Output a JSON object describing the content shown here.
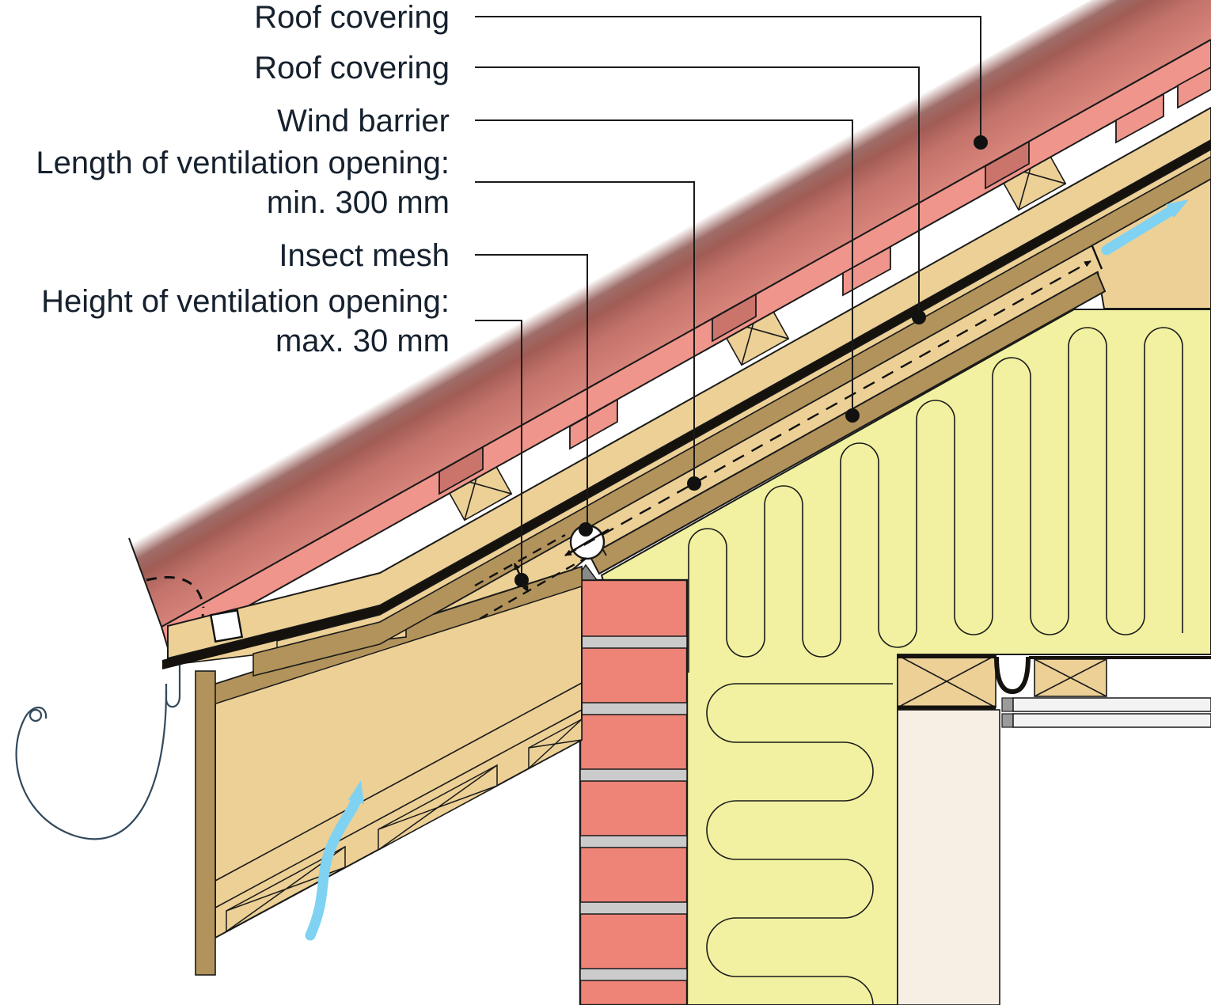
{
  "diagram": {
    "title": "Roof eave ventilation construction detail",
    "labels": {
      "roof_covering_1": "Roof covering",
      "roof_covering_2": "Roof covering",
      "wind_barrier": "Wind barrier",
      "vent_length_line1": "Length of ventilation opening:",
      "vent_length_line2": "min. 300 mm",
      "insect_mesh": "Insect mesh",
      "vent_height_line1": "Height of ventilation opening:",
      "vent_height_line2": "max. 30 mm"
    },
    "dimensions": {
      "ventilation_opening_length_min": "min. 300 mm",
      "ventilation_opening_height_max": "max. 30 mm"
    },
    "icons": {
      "air_flow_arrow_channel": "curved light-blue arrow showing air flow up the ventilation channel",
      "air_flow_arrow_soffit": "curved light-blue arrow showing air intake through soffit gap",
      "leader_dot": "black circle marking referenced layer"
    },
    "colors": {
      "tile_dark": "#d07d74",
      "tile_dark_shadow": "#8e544e",
      "tile_light": "#ef958b",
      "wood_tan": "#ecd096",
      "wood_olive": "#b2935b",
      "membrane_black": "#15120e",
      "insulation_yellow": "#f1f1a1",
      "brick_red": "#ee8477",
      "mortar_gray": "#cbcbcb",
      "interior_beige": "#f8efe4",
      "board_gray": "#f3f3f3",
      "cap_gray": "#9b9b9b",
      "triangle_gray": "#8a8a8a",
      "arrow_blue": "#7fd2f2",
      "gutter_line": "#32495c",
      "label_text": "#16212e"
    }
  }
}
